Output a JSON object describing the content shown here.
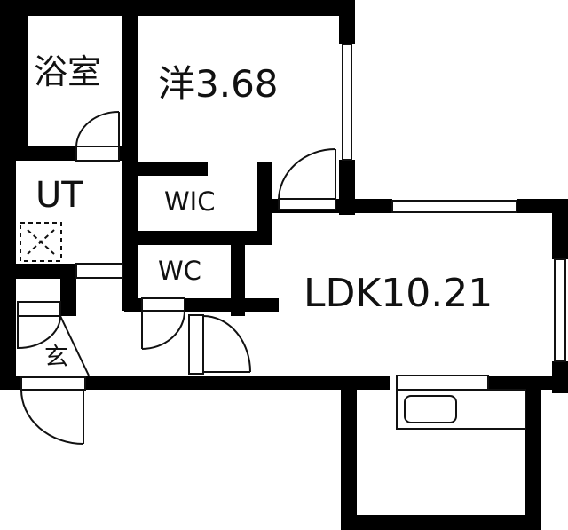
{
  "floor_plan": {
    "title": "1LDK floor plan",
    "colors": {
      "wall": "#000000",
      "background": "#ffffff",
      "line": "#111111"
    },
    "rooms": [
      {
        "id": "bath",
        "label": "浴室",
        "meaning": "Bathroom"
      },
      {
        "id": "western",
        "label": "洋3.68",
        "meaning": "Western-style room 3.68 jo"
      },
      {
        "id": "ut",
        "label": "UT",
        "meaning": "Utility / washroom"
      },
      {
        "id": "wic",
        "label": "WIC",
        "meaning": "Walk-in closet"
      },
      {
        "id": "wc",
        "label": "WC",
        "meaning": "Toilet"
      },
      {
        "id": "ldk",
        "label": "LDK10.21",
        "meaning": "Living dining kitchen 10.21 jo"
      },
      {
        "id": "entrance",
        "label": "玄",
        "meaning": "Entrance (genkan)"
      }
    ],
    "fixtures": [
      {
        "id": "washing-machine-space",
        "symbol": "dashed-box-x"
      },
      {
        "id": "kitchen-sink",
        "symbol": "rounded-rect"
      }
    ]
  }
}
